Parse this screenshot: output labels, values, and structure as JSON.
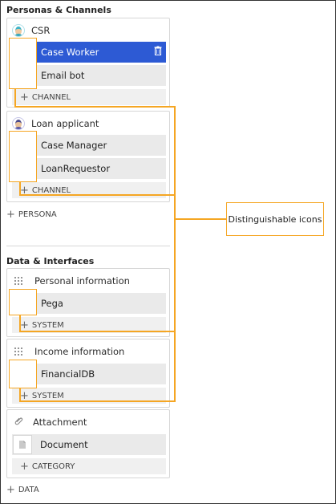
{
  "personas_section": {
    "title": "Personas & Channels",
    "add_persona_label": "PERSONA",
    "groups": [
      {
        "name": "CSR",
        "avatar_icon": "csr-avatar-icon",
        "items": [
          {
            "label": "Case Worker",
            "icon": "monitor-icon",
            "selected": true
          },
          {
            "label": "Email bot",
            "icon": "envelope-icon",
            "selected": false
          }
        ],
        "add_label": "CHANNEL"
      },
      {
        "name": "Loan applicant",
        "avatar_icon": "applicant-avatar-icon",
        "items": [
          {
            "label": "Case Manager",
            "icon": "monitor-icon",
            "selected": false
          },
          {
            "label": "LoanRequestor",
            "icon": "mobile-icon",
            "selected": false
          }
        ],
        "add_label": "CHANNEL"
      }
    ]
  },
  "data_section": {
    "title": "Data & Interfaces",
    "add_data_label": "DATA",
    "groups": [
      {
        "name": "Personal information",
        "items": [
          {
            "label": "Pega",
            "icon": "pega-logo-icon"
          }
        ],
        "add_label": "SYSTEM"
      },
      {
        "name": "Income information",
        "items": [
          {
            "label": "FinancialDB",
            "icon": "database-node-icon"
          }
        ],
        "add_label": "SYSTEM"
      },
      {
        "name": "Attachment",
        "items": [
          {
            "label": "Document",
            "icon": "document-icon"
          }
        ],
        "add_label": "CATEGORY"
      }
    ]
  },
  "callout": {
    "label": "Distinguishable icons"
  },
  "colors": {
    "accent_selected": "#2d5ad4",
    "callout": "#f5a623",
    "tile_orange": "#f7941d",
    "tile_yellow": "#f6d24f",
    "tile_red": "#f05a22",
    "tile_grey": "#a9b1bc"
  }
}
